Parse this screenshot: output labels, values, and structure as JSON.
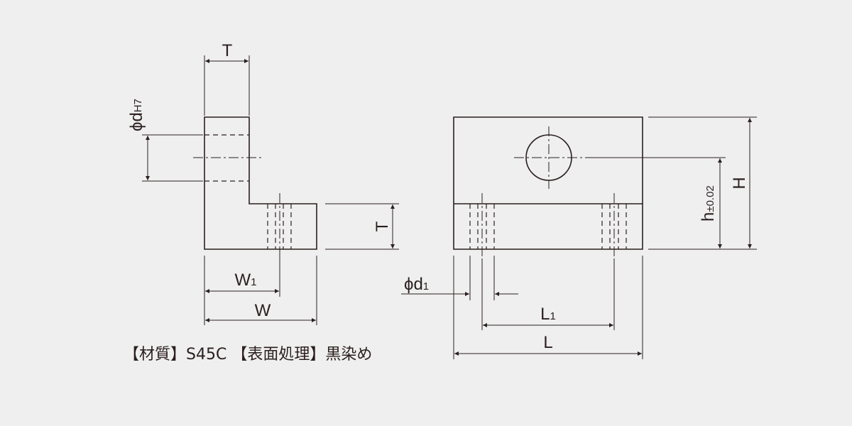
{
  "dimensions": {
    "thickness_top": "T",
    "bore_symbol": "ϕd",
    "bore_tolerance": "H7",
    "thickness_side": "T",
    "w1_main": "W",
    "w1_sub": "1",
    "width": "W",
    "mount_hole_main": "ϕd",
    "mount_hole_sub": "1",
    "l1_main": "L",
    "l1_sub": "1",
    "length": "L",
    "height": "H",
    "center_height_main": "h",
    "center_height_tol": "±0.02"
  },
  "note": "【材質】S45C 【表面処理】黒染め"
}
